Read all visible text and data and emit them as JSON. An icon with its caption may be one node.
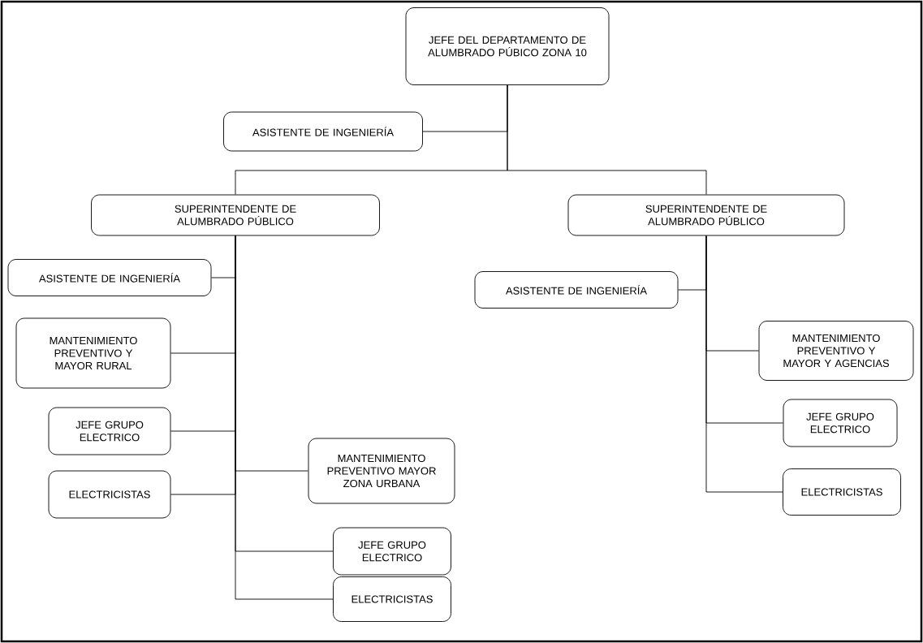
{
  "diagram": {
    "nodes": [
      {
        "text": [
          "JEFE DEL DEPARTAMENTO DE ALUMBRADO PÚBICO ZONA 10"
        ]
      },
      {
        "text": [
          "ASISTENTE DE INGENIERÍA"
        ]
      },
      {
        "text": [
          "SUPERINTENDENTE DE ALUMBRADO PÚBLICO"
        ]
      },
      {
        "text": [
          "SUPERINTENDENTE DE ALUMBRADO PÚBLICO"
        ]
      },
      {
        "text": [
          "ASISTENTE DE INGENIERÍA"
        ]
      },
      {
        "text": [
          "MANTENIMIENTO PREVENTIVO Y MAYOR RURAL"
        ]
      },
      {
        "text": [
          "JEFE GRUPO ELECTRICO"
        ]
      },
      {
        "text": [
          "ELECTRICISTAS"
        ]
      },
      {
        "text": [
          "MANTENIMIENTO PREVENTIVO MAYOR ZONA URBANA"
        ]
      },
      {
        "text": [
          "JEFE GRUPO ELECTRICO"
        ]
      },
      {
        "text": [
          "ELECTRICISTAS"
        ]
      },
      {
        "text": [
          "ASISTENTE DE INGENIERÍA"
        ]
      },
      {
        "text": [
          "MANTENIMIENTO PREVENTIVO Y MAYOR Y AGENCIAS"
        ]
      },
      {
        "text": [
          "JEFE GRUPO ELECTRICO"
        ]
      },
      {
        "text": [
          "ELECTRICISTAS"
        ]
      }
    ],
    "edges": [
      {
        "from": 0,
        "to": 1,
        "arrow": "none"
      },
      {
        "from": 0,
        "to": 2,
        "arrow": "none"
      },
      {
        "from": 0,
        "to": 3,
        "arrow": "none"
      },
      {
        "from": 2,
        "to": 4,
        "arrow": "none"
      },
      {
        "from": 2,
        "to": 5,
        "arrow": "none"
      },
      {
        "from": 2,
        "to": 6,
        "arrow": "none"
      },
      {
        "from": 2,
        "to": 7,
        "arrow": "none"
      },
      {
        "from": 2,
        "to": 8,
        "arrow": "none"
      },
      {
        "from": 2,
        "to": 9,
        "arrow": "none"
      },
      {
        "from": 2,
        "to": 10,
        "arrow": "none"
      },
      {
        "from": 3,
        "to": 11,
        "arrow": "none"
      },
      {
        "from": 3,
        "to": 12,
        "arrow": "none"
      },
      {
        "from": 3,
        "to": 13,
        "arrow": "none"
      },
      {
        "from": 3,
        "to": 14,
        "arrow": "none"
      }
    ]
  }
}
